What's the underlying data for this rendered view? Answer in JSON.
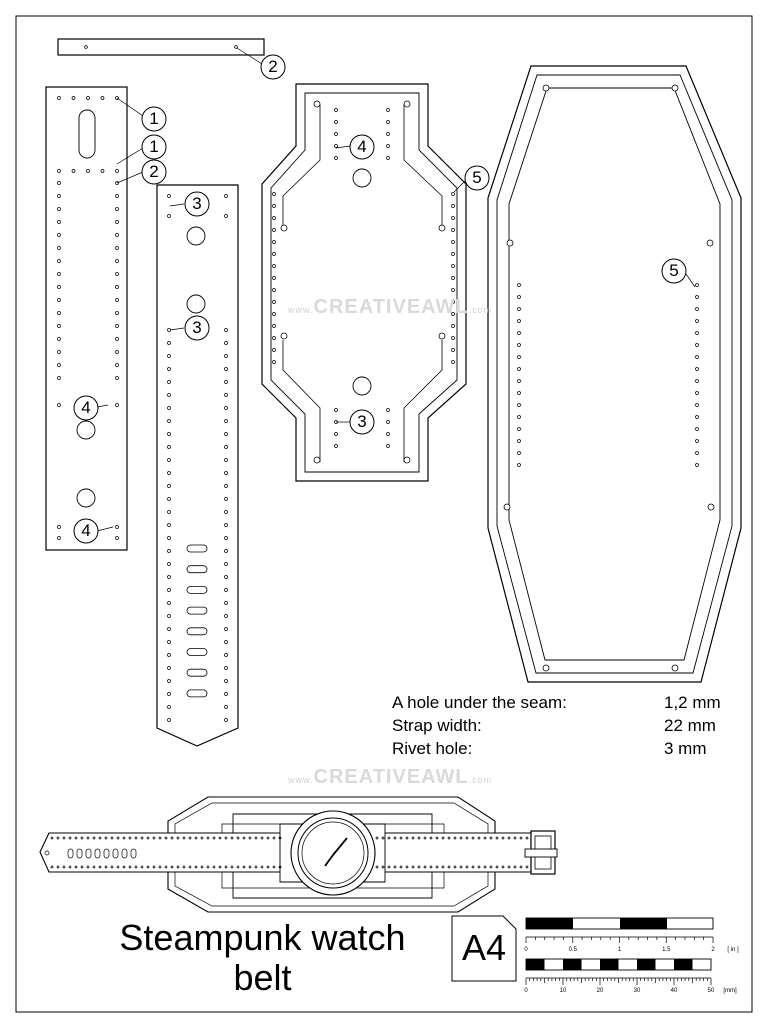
{
  "document": {
    "title_line1": "Steampunk watch",
    "title_line2": "belt",
    "paper_size": "A4"
  },
  "specs": [
    {
      "label": "A hole under the seam:",
      "value": "1,2 mm"
    },
    {
      "label": "Strap width:",
      "value": "22 mm"
    },
    {
      "label": "Rivet hole:",
      "value": "3 mm"
    }
  ],
  "callouts": [
    "1",
    "2",
    "3",
    "4",
    "5"
  ],
  "watermark": {
    "prefix": "www.",
    "brand": "CREATIVEAWL",
    "suffix": ".com"
  },
  "scale_bars": {
    "inch": {
      "ticks": [
        "0",
        "0.5",
        "1",
        "1.5",
        "2"
      ],
      "unit": "[ in ]"
    },
    "mm": {
      "ticks": [
        "0",
        "10",
        "20",
        "30",
        "40",
        "50"
      ],
      "unit": "[mm]"
    }
  },
  "colors": {
    "line": "#000000",
    "fill": "#ffffff",
    "watermark": "#d9d9d9"
  }
}
